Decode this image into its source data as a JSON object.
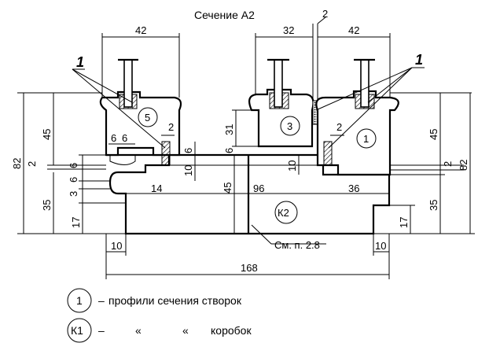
{
  "title": "Сечение А2",
  "dimensions": {
    "w42_left": "42",
    "w32": "32",
    "w2_top": "2",
    "w42_right": "42",
    "h82_left": "82",
    "h45_left": "45",
    "h35_left": "35",
    "h17_left": "17",
    "h2_left": "2",
    "h6_a": "6",
    "h6_b": "6",
    "h3": "3",
    "w6_a": "6",
    "w6_b": "6",
    "w2_inner_left": "2",
    "h6_center_left": "6",
    "h10_center_left": "10",
    "h31": "31",
    "h6_center": "6",
    "w14": "14",
    "h45_center": "45",
    "w96": "96",
    "w2_inner_right": "2",
    "h10_center_right": "10",
    "w36": "36",
    "h45_right": "45",
    "h82_right": "82",
    "h2_right": "2",
    "h35_right": "35",
    "h17_right": "17",
    "w10_left": "10",
    "w10_right": "10",
    "w168": "168"
  },
  "callouts": {
    "one_left": "1",
    "one_right": "1",
    "ref_note": "См. п. 2.8"
  },
  "profiles": {
    "p5": "5",
    "p3": "3",
    "p1": "1",
    "k2": "К2"
  },
  "legend": [
    {
      "symbol": "1",
      "dash": "–",
      "text": "профили сечения створок"
    },
    {
      "symbol": "К1",
      "dash": "–",
      "quote1": "«",
      "quote2": "«",
      "text": "коробок"
    }
  ]
}
